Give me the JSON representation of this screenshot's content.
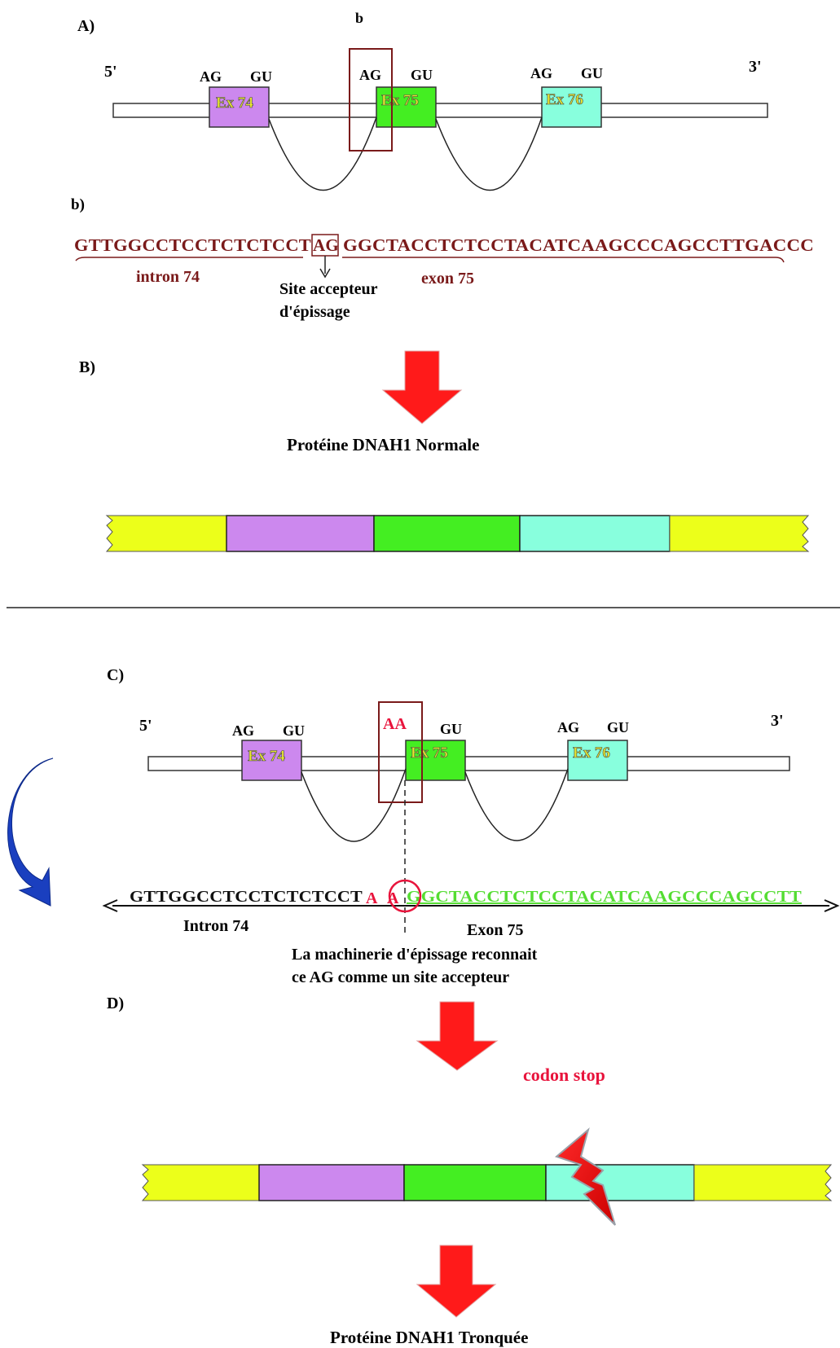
{
  "panel_a": {
    "label": "A)",
    "box_label": "b",
    "five_prime": "5'",
    "three_prime": "3'",
    "exons": [
      {
        "name": "Ex 74",
        "acceptor": "AG",
        "donor": "GU",
        "color": "#cc88ee"
      },
      {
        "name": "Ex 75",
        "acceptor": "AG",
        "donor": "GU",
        "color": "#44ee22"
      },
      {
        "name": "Ex 76",
        "acceptor": "AG",
        "donor": "GU",
        "color": "#88ffdd"
      }
    ]
  },
  "panel_b_seq": {
    "label": "b)",
    "intron_seq": "GTTGGCCTCCTCTCTCCT",
    "site": "AG",
    "exon_seq": "GGCTACCTCTCCTACATCAAGCCCAGCCTTGACCC",
    "intron_label": "intron 74",
    "exon_label": "exon 75",
    "site_label_line1": "Site accepteur",
    "site_label_line2": "d'épissage",
    "seq_color": "#7a1a1a"
  },
  "panel_b": {
    "label": "B)",
    "protein_label": "Protéine DNAH1 Normale"
  },
  "panel_c": {
    "label": "C)",
    "five_prime": "5'",
    "three_prime": "3'",
    "mutant_site": "AA",
    "exons": [
      {
        "name": "Ex 74",
        "acceptor": "AG",
        "donor": "GU"
      },
      {
        "name": "Ex 75",
        "acceptor": "",
        "donor": "GU"
      },
      {
        "name": "Ex 76",
        "acceptor": "AG",
        "donor": "GU"
      }
    ],
    "intron_seq": "GTTGGCCTCCTCTCTCCT",
    "mut_a1": "A",
    "mut_a2": "A",
    "exon_seq": "GGCTACCTCTCCTACATCAAGCCCAGCCTT",
    "intron_label": "Intron 74",
    "exon_label": "Exon 75",
    "note_line1": "La machinerie d'épissage reconnait",
    "note_line2": "ce AG comme un site accepteur"
  },
  "panel_d": {
    "label": "D)",
    "stop_label": "codon stop",
    "protein_label": "Protéine DNAH1 Tronquée"
  },
  "colors": {
    "arrow_red": "#ff1a1a",
    "arrow_blue": "#1a3fbf",
    "yellow": "#ecff1a",
    "violet": "#cc88ee",
    "green": "#44ee22",
    "cyan": "#88ffdd",
    "dark_red": "#7a1a1a",
    "alert_red": "#e8143c"
  }
}
